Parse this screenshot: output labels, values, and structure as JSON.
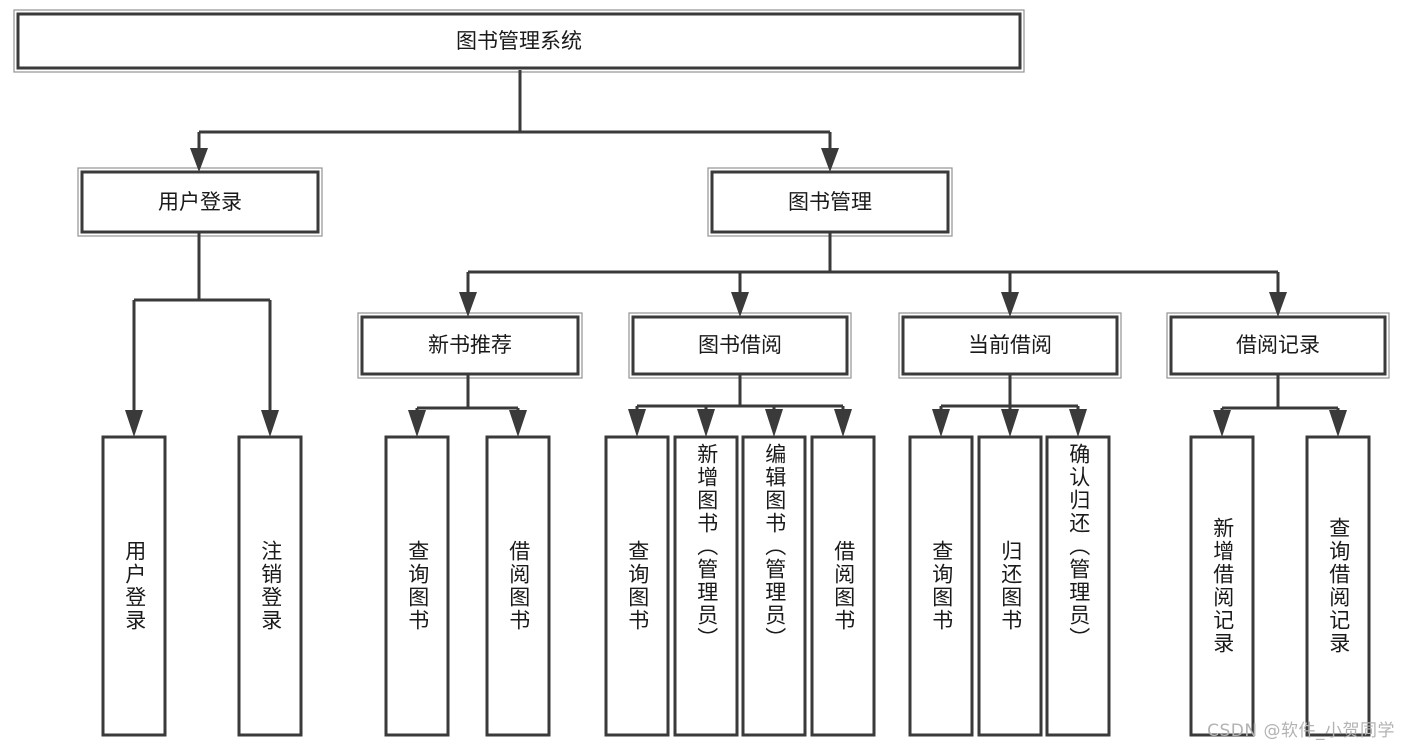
{
  "diagram": {
    "title": "图书管理系统",
    "type": "tree-hierarchy",
    "orientation": "top-down",
    "background_color": "#ffffff",
    "line_color": "#3a3a3a",
    "box_fill_color": "#ffffff",
    "text_color": "#1a1a1a"
  },
  "root": {
    "label": "图书管理系统"
  },
  "level2": {
    "user_login": {
      "label": "用户登录"
    },
    "book_manage": {
      "label": "图书管理"
    }
  },
  "level3": {
    "new_book_recommend": {
      "label": "新书推荐"
    },
    "book_borrow": {
      "label": "图书借阅"
    },
    "current_borrow": {
      "label": "当前借阅"
    },
    "borrow_record": {
      "label": "借阅记录"
    }
  },
  "leaves": {
    "user_login": [
      {
        "label": "用户登录"
      },
      {
        "label": "注销登录"
      }
    ],
    "new_book_recommend": [
      {
        "label": "查询图书"
      },
      {
        "label": "借阅图书"
      }
    ],
    "book_borrow": [
      {
        "label": "查询图书"
      },
      {
        "label": "新增图书（管理员）"
      },
      {
        "label": "编辑图书（管理员）"
      },
      {
        "label": "借阅图书"
      }
    ],
    "current_borrow": [
      {
        "label": "查询图书"
      },
      {
        "label": "归还图书"
      },
      {
        "label": "确认归还（管理员）"
      }
    ],
    "borrow_record": [
      {
        "label": "新增借阅记录"
      },
      {
        "label": "查询借阅记录"
      }
    ]
  },
  "watermark": {
    "text": "CSDN @软件_小贺同学"
  }
}
